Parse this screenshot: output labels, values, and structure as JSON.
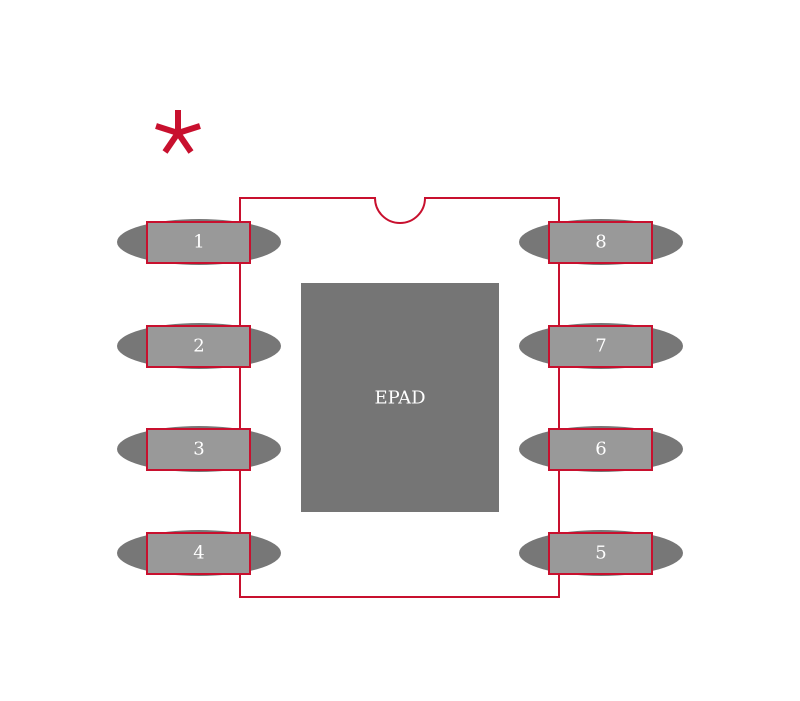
{
  "colors": {
    "outline": "#c8102e",
    "pad_ellipse": "#777777",
    "pad_rect": "#999999",
    "epad": "#757575",
    "label": "#ffffff"
  },
  "pin1_marker": {
    "icon": "asterisk-icon",
    "glyph": "*"
  },
  "pins": {
    "1": "1",
    "2": "2",
    "3": "3",
    "4": "4",
    "5": "5",
    "6": "6",
    "7": "7",
    "8": "8"
  },
  "epad": {
    "label": "EPAD"
  }
}
